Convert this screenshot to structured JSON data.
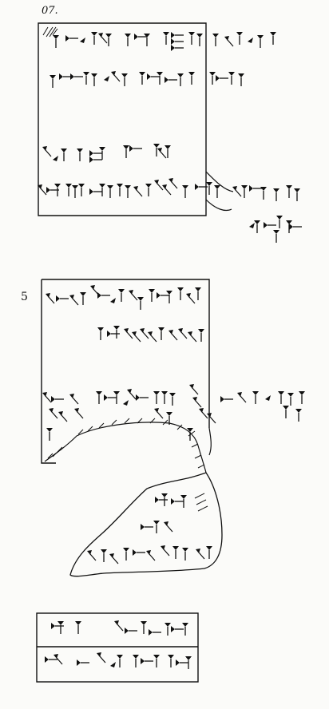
{
  "page": {
    "number": "07.",
    "section_marker": "5"
  },
  "colors": {
    "ink": "#111111",
    "paper": "#fbfbf9"
  },
  "figures": {
    "obverse_tablet": "cuneiform-copy",
    "reverse_tablet": "cuneiform-copy",
    "fragment": "cuneiform-fragment",
    "seal_impression": "cuneiform-seal"
  }
}
